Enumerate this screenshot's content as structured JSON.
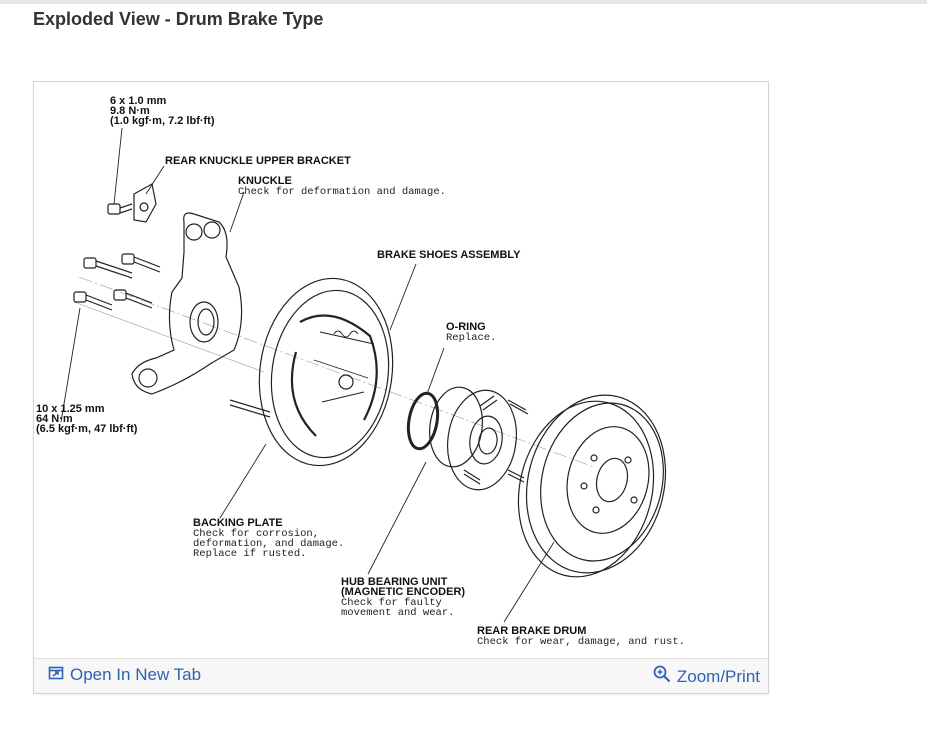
{
  "page": {
    "title": "Exploded View - Drum Brake Type"
  },
  "diagram": {
    "torque_small": [
      "6 x 1.0 mm",
      "9.8 N·m",
      "(1.0 kgf·m, 7.2 lbf·ft)"
    ],
    "torque_large": [
      "10 x 1.25 mm",
      "64 N·m",
      "(6.5 kgf·m, 47 lbf·ft)"
    ],
    "bracket": {
      "label": "REAR KNUCKLE UPPER BRACKET"
    },
    "knuckle": {
      "label": "KNUCKLE",
      "note": "Check for deformation and damage."
    },
    "brake_shoes": {
      "label": "BRAKE SHOES ASSEMBLY"
    },
    "oring": {
      "label": "O-RING",
      "note": "Replace."
    },
    "backing_plate": {
      "label": "BACKING PLATE",
      "notes": [
        "Check for corrosion,",
        "deformation, and damage.",
        "Replace if rusted."
      ]
    },
    "hub_bearing": {
      "labels": [
        "HUB BEARING UNIT",
        "(MAGNETIC ENCODER)"
      ],
      "notes": [
        "Check for faulty",
        "movement and wear."
      ]
    },
    "drum": {
      "label": "REAR BRAKE DRUM",
      "note": "Check for wear, damage, and rust."
    }
  },
  "footer": {
    "open_label": "Open In New Tab",
    "zoom_label": "Zoom/Print"
  },
  "icons": {
    "open": "open-in-new-tab-icon",
    "zoom": "zoom-in-icon"
  },
  "colors": {
    "link": "#2f63b1"
  }
}
